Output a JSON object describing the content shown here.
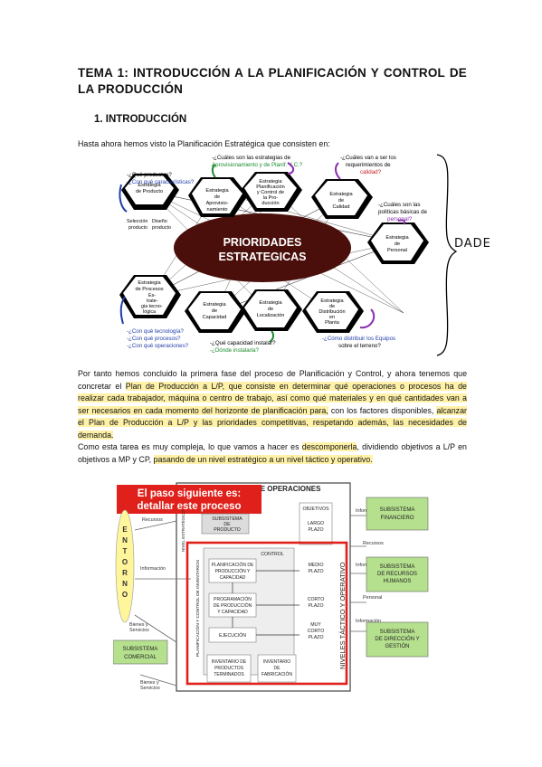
{
  "title": "TEMA 1: INTRODUCCIÓN A LA PLANIFICACIÓN Y CONTROL DE LA PRODUCCIÓN",
  "section": "1.   INTRODUCCIÓN",
  "intro": "Hasta ahora hemos visto la Planificación Estratégica que consisten en:",
  "handwritten_note": "DADE",
  "figure1": {
    "center": [
      "PRIORIDADES",
      "ESTRATEGICAS"
    ],
    "hexes": [
      [
        "Estrategia",
        "de Producto"
      ],
      [
        "Estrategia",
        "de",
        "Aprovisio-",
        "namiento"
      ],
      [
        "Estrategia",
        "Planificación",
        "y Control de",
        "la Pro-",
        "ducción"
      ],
      [
        "Estrategia",
        "de",
        "Calidad"
      ],
      [
        "Estrategia",
        "de",
        "Personal"
      ],
      [
        "Estrategia",
        "de Procesos"
      ],
      [
        "Estrategia",
        "de",
        "Capacidad"
      ],
      [
        "Estrategia",
        "de",
        "Localización"
      ],
      [
        "Estrategia",
        "de",
        "Distribución",
        "en",
        "Planta"
      ]
    ],
    "sub": [
      "Selección",
      "producto",
      "Diseño",
      "producto",
      "Es-",
      "trate-",
      "gia tecno-",
      "lógica"
    ],
    "q_top_left": [
      "-¿Qué productos?",
      "-¿Con qué características?"
    ],
    "q_top_mid": [
      "-¿Cuáles son las estrategias de",
      "Aprovisionamiento y de Planif. Y C.?"
    ],
    "q_top_right": [
      "-¿Cuáles van a ser los",
      "requerimientos de",
      "calidad?"
    ],
    "q_right": [
      "-¿Cuáles son las",
      "políticas básicas de",
      "personal?"
    ],
    "q_bottom_left": [
      "-¿Con qué tecnología?",
      "-¿Con qué procesos?",
      "-¿Con qué operaciones?"
    ],
    "q_bottom_mid": [
      "-¿Qué capacidad instalar?",
      "-¿Dónde instalarla?"
    ],
    "q_bottom_right": [
      "-¿Cómo distribuir los Equipos",
      "sobre el terreno?"
    ]
  },
  "para1_pre": "Por tanto hemos concluido la primera fase del proceso de Planificación y Control, y ahora tenemos que concretar el ",
  "para1_hl1": "Plan de Producción a L/P, que consiste en determinar qué operaciones o procesos ha de realizar cada trabajador, máquina o centro de trabajo, así como qué materiales y en qué cantidades van a ser necesarios en cada momento del horizonte de planificación para,",
  "para1_mid": " con los factores disponibles, ",
  "para1_hl2": "alcanzar el Plan de Producción a L/P y las prioridades competitivas, respetando además, las necesidades de demanda.",
  "para2_pre": "Como esta tarea es muy compleja, lo que vamos a hacer es ",
  "para2_hl1": "descomponerla",
  "para2_mid": ", dividiendo objetivos a L/P en objetivos a MP y CP, ",
  "para2_hl2": "pasando de un nivel estratégico a un nivel táctico y operativo.",
  "figure2": {
    "banner": [
      "El paso siguiente es:",
      "detallar este proceso"
    ],
    "header": "SUBSISTEMA DE OPERACIONES",
    "entorno": [
      "E",
      "N",
      "T",
      "O",
      "R",
      "N",
      "O"
    ],
    "comercial": [
      "SUBSISTEMA",
      "COMERCIAL"
    ],
    "financiero": [
      "SUBSISTEMA",
      "FINANCIERO"
    ],
    "rrhh": [
      "SUBSISTEMA",
      "DE RECURSOS",
      "HUMANOS"
    ],
    "direccion": [
      "SUBSISTEMA",
      "DE DIRECCIÓN Y",
      "GESTIÓN"
    ],
    "recursos": "Recursos",
    "informacion": "Información",
    "personal": "Personal",
    "bienes": [
      "Bienes y",
      "Servicios"
    ],
    "sub_producto": [
      "SUBSISTEMA",
      "DE",
      "PRODUCTO"
    ],
    "objetivos": "OBJETIVOS",
    "largo": [
      "LARGO",
      "PLAZO"
    ],
    "medio": [
      "MEDIO",
      "PLAZO"
    ],
    "corto": [
      "CORTO",
      "PLAZO"
    ],
    "muy_corto": [
      "MUY",
      "CORTO",
      "PLAZO"
    ],
    "control": "CONTROL",
    "plan": [
      "PLANIFICACIÓN DE",
      "PRODUCCIÓN Y",
      "CAPACIDAD"
    ],
    "prog": [
      "PROGRAMACIÓN",
      "DE PRODUCCIÓN",
      "Y CAPACIDAD"
    ],
    "ejec": "EJECUCIÓN",
    "inv1": [
      "INVENTARIO DE",
      "PRODUCTOS",
      "TERMINADOS"
    ],
    "inv2": [
      "INVENTARIO",
      "DE",
      "FABRICACIÓN"
    ],
    "vert_pci": "PLANIFICACIÓN Y CONTROL DE INVENTARIOS",
    "vert_niveles": "NIVELES TÁCTICO Y OPERATIVO",
    "vert_nivel_est": "NIVEL ESTRATÉGICO"
  }
}
